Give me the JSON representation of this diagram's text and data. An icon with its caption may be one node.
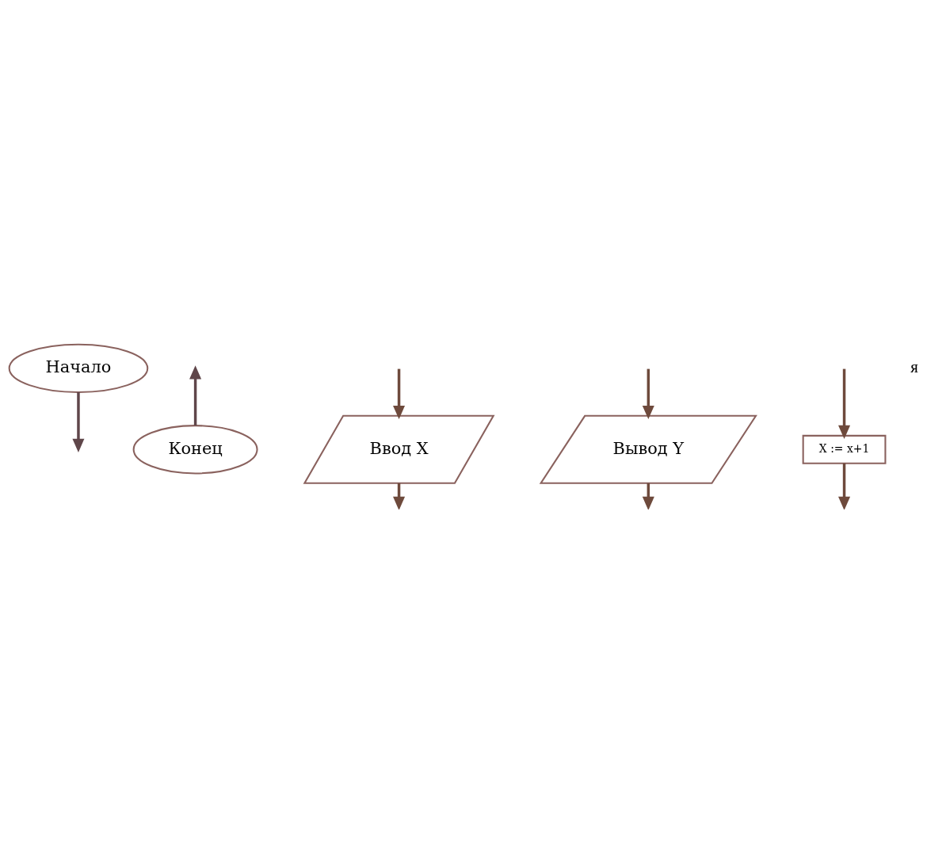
{
  "diagram": {
    "nodes": [
      {
        "text": [
          "Начало"
        ]
      },
      {
        "text": [
          "Конец"
        ]
      },
      {
        "text": [
          "Ввод X"
        ]
      },
      {
        "text": [
          "Вывод Y"
        ]
      },
      {
        "text": [
          "X := x+1"
        ]
      }
    ],
    "edges": [
      {
        "from": 0,
        "to": null,
        "arrow": "to",
        "color": "#5f464a"
      },
      {
        "from": 1,
        "to": null,
        "arrow": "to",
        "color": "#5f464a"
      },
      {
        "from": null,
        "to": 2,
        "arrow": "to"
      },
      {
        "from": 2,
        "to": null,
        "arrow": "to"
      },
      {
        "from": null,
        "to": 3,
        "arrow": "to"
      },
      {
        "from": 3,
        "to": null,
        "arrow": "to"
      },
      {
        "from": null,
        "to": 4,
        "arrow": "to"
      },
      {
        "from": 4,
        "to": null,
        "arrow": "to"
      }
    ],
    "labels": [
      "я"
    ]
  }
}
